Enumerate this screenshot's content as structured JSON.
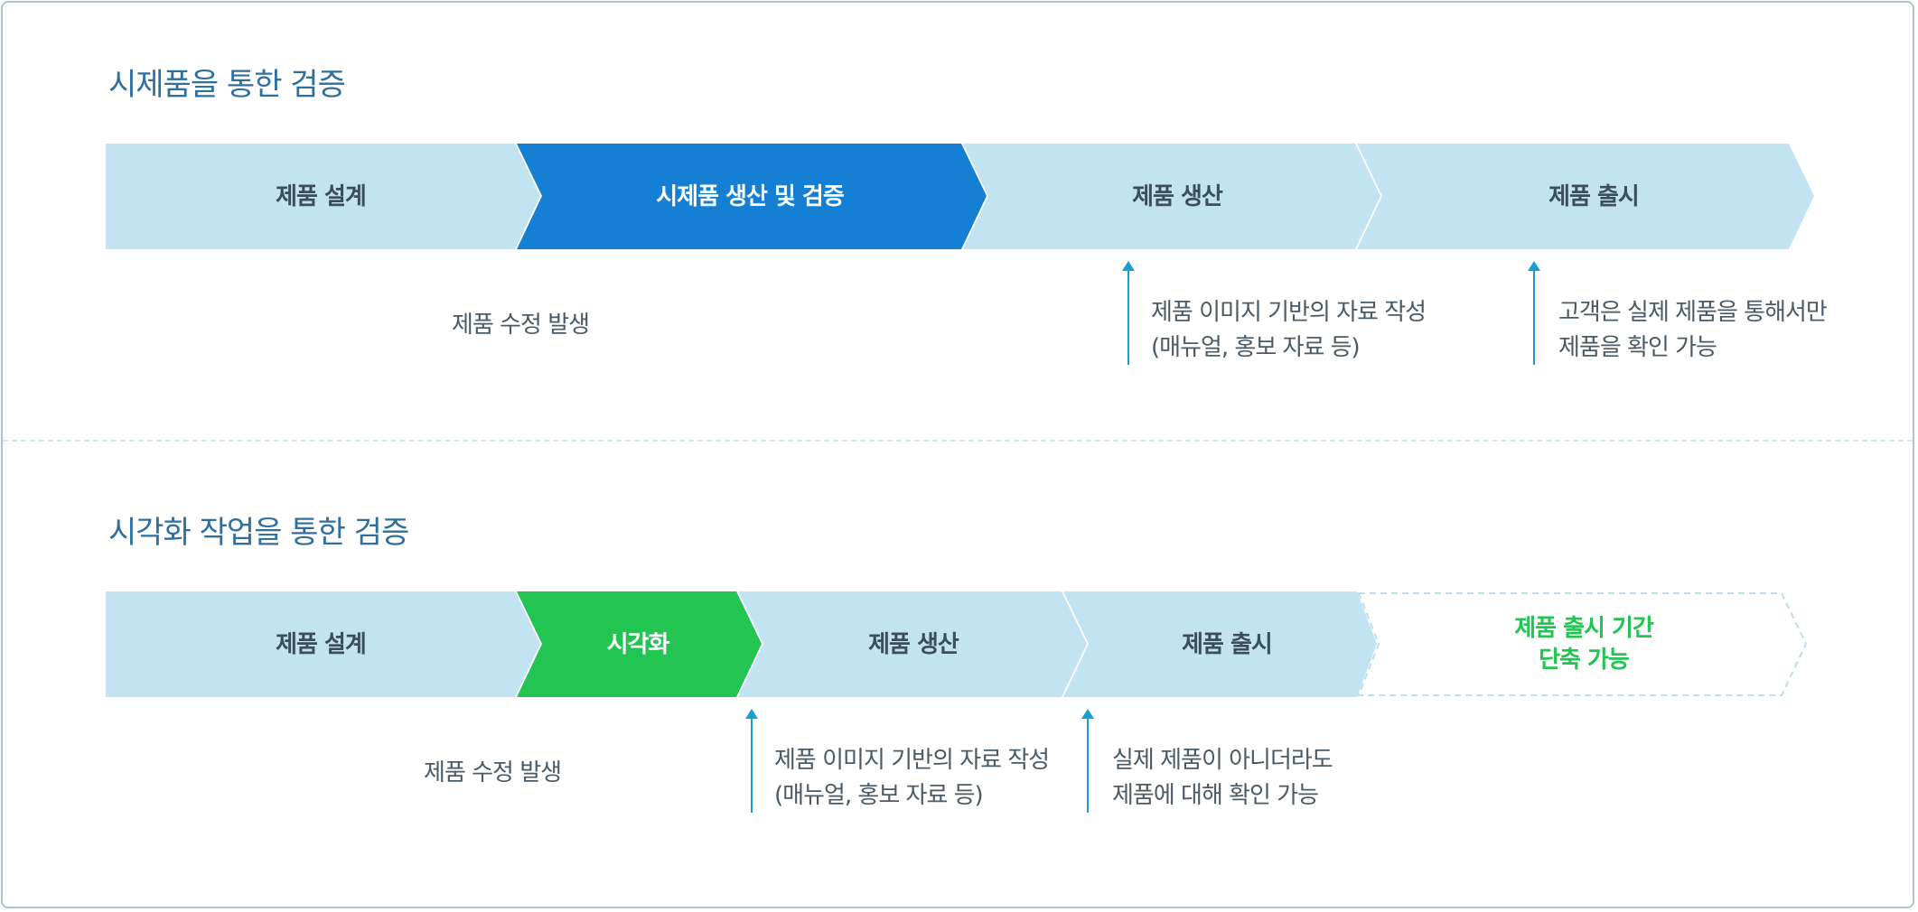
{
  "colors": {
    "stage_fill": "#c2e3f2",
    "stage_text": "#3a4e5c",
    "highlight_blue": "#1580d3",
    "highlight_green": "#22c452",
    "outline_dashed": "#b9dfee",
    "green_text": "#22c452",
    "arrow": "#1a9dd0",
    "title": "#2e6f9e"
  },
  "section1": {
    "title": "시제품을 통한 검증",
    "stages": [
      "제품 설계",
      "시제품 생산 및 검증",
      "제품 생산",
      "제품 출시"
    ],
    "notes": {
      "revision": "제품 수정 발생",
      "doc_line1": "제품 이미지 기반의 자료 작성",
      "doc_line2": "(매뉴얼, 홍보 자료 등)",
      "check_line1": "고객은 실제 제품을 통해서만",
      "check_line2": "제품을 확인 가능"
    }
  },
  "section2": {
    "title": "시각화 작업을 통한 검증",
    "stages": [
      "제품 설계",
      "시각화",
      "제품 생산",
      "제품 출시"
    ],
    "result_line1": "제품 출시 기간",
    "result_line2": "단축 가능",
    "notes": {
      "revision": "제품 수정 발생",
      "doc_line1": "제품 이미지 기반의 자료 작성",
      "doc_line2": "(매뉴얼, 홍보 자료 등)",
      "check_line1": "실제 제품이 아니더라도",
      "check_line2": "제품에 대해 확인 가능"
    }
  }
}
